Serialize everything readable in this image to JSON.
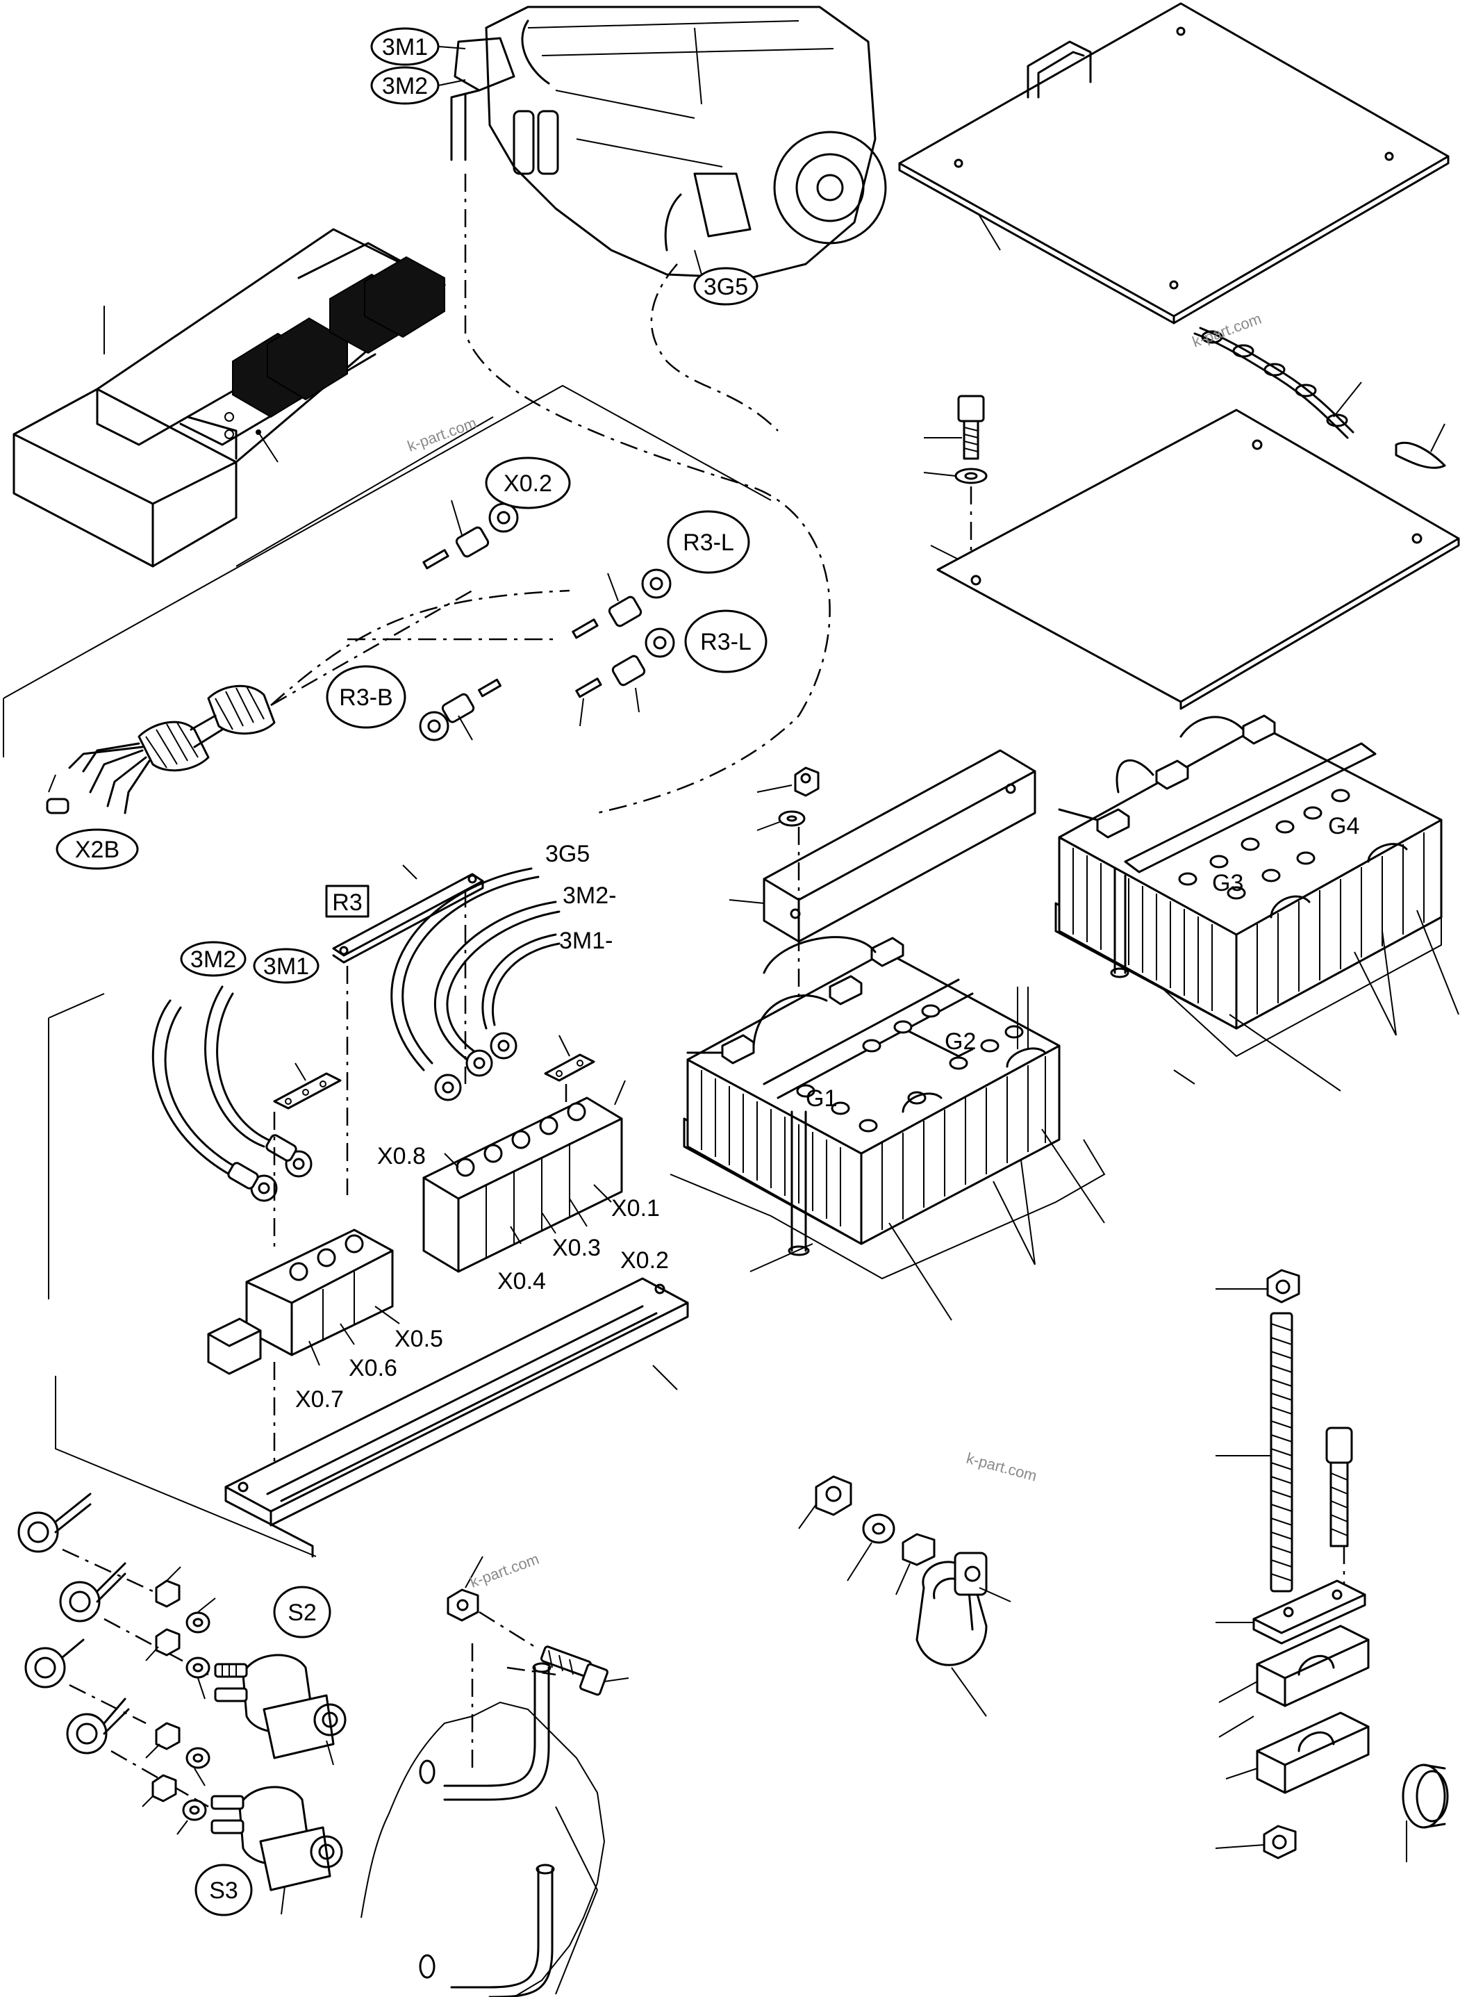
{
  "callouts": {
    "c_3m1": "3M1",
    "c_3m2_top": "3M2",
    "c_3g5_top": "3G5",
    "c_x02_top": "X0.2",
    "c_r3l_1": "R3-L",
    "c_r3l_2": "R3-L",
    "c_r3b": "R3-B",
    "c_x2b": "X2B",
    "c_3m2_cable": "3M2",
    "c_3m1_cable": "3M1",
    "c_s2": "S2",
    "c_s3": "S3"
  },
  "labels": {
    "r3": "R3",
    "w_3g5": "3G5",
    "w_3m2m": "3M2-",
    "w_3m1m": "3M1-",
    "x08": "X0.8",
    "x01": "X0.1",
    "x02": "X0.2",
    "x03": "X0.3",
    "x04": "X0.4",
    "x05": "X0.5",
    "x06": "X0.6",
    "x07": "X0.7",
    "g1": "G1",
    "g2": "G2",
    "g3": "G3",
    "g4": "G4"
  },
  "watermarks": {
    "w1": "k-part.com",
    "w2": "k-part.com",
    "w3": "k-part.com",
    "w4": "k-part.com"
  }
}
